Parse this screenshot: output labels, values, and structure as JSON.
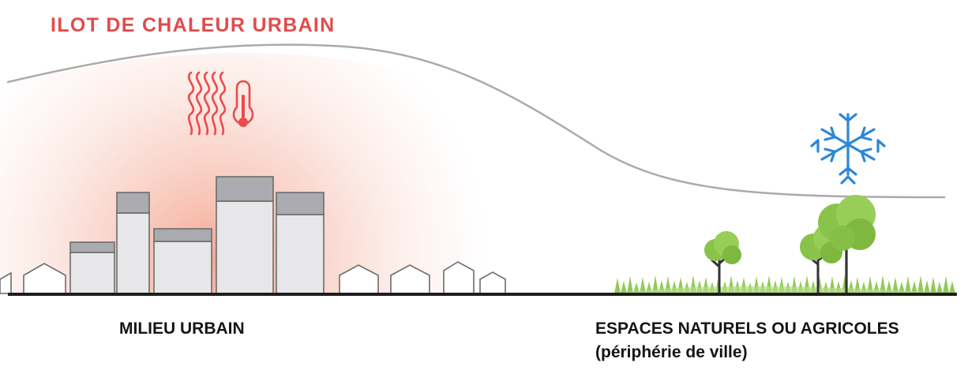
{
  "title": "ILOT DE CHALEUR URBAIN",
  "labels": {
    "urban": "MILIEU URBAIN",
    "natural": "ESPACES NATURELS OU AGRICOLES",
    "natural_sub": "(périphérie de ville)"
  },
  "icons": {
    "heat": "heat-thermometer-icon",
    "cold": "snowflake-icon"
  },
  "colors": {
    "title": "#e24b4b",
    "heat_glow": "#f7b3a3",
    "building_body": "#e7e7ea",
    "building_roof": "#a9abb0",
    "tree_canopy": "#8ac34a",
    "snowflake": "#2d87d7",
    "curve": "#aaaaaa",
    "ground": "#1e1e1e"
  }
}
